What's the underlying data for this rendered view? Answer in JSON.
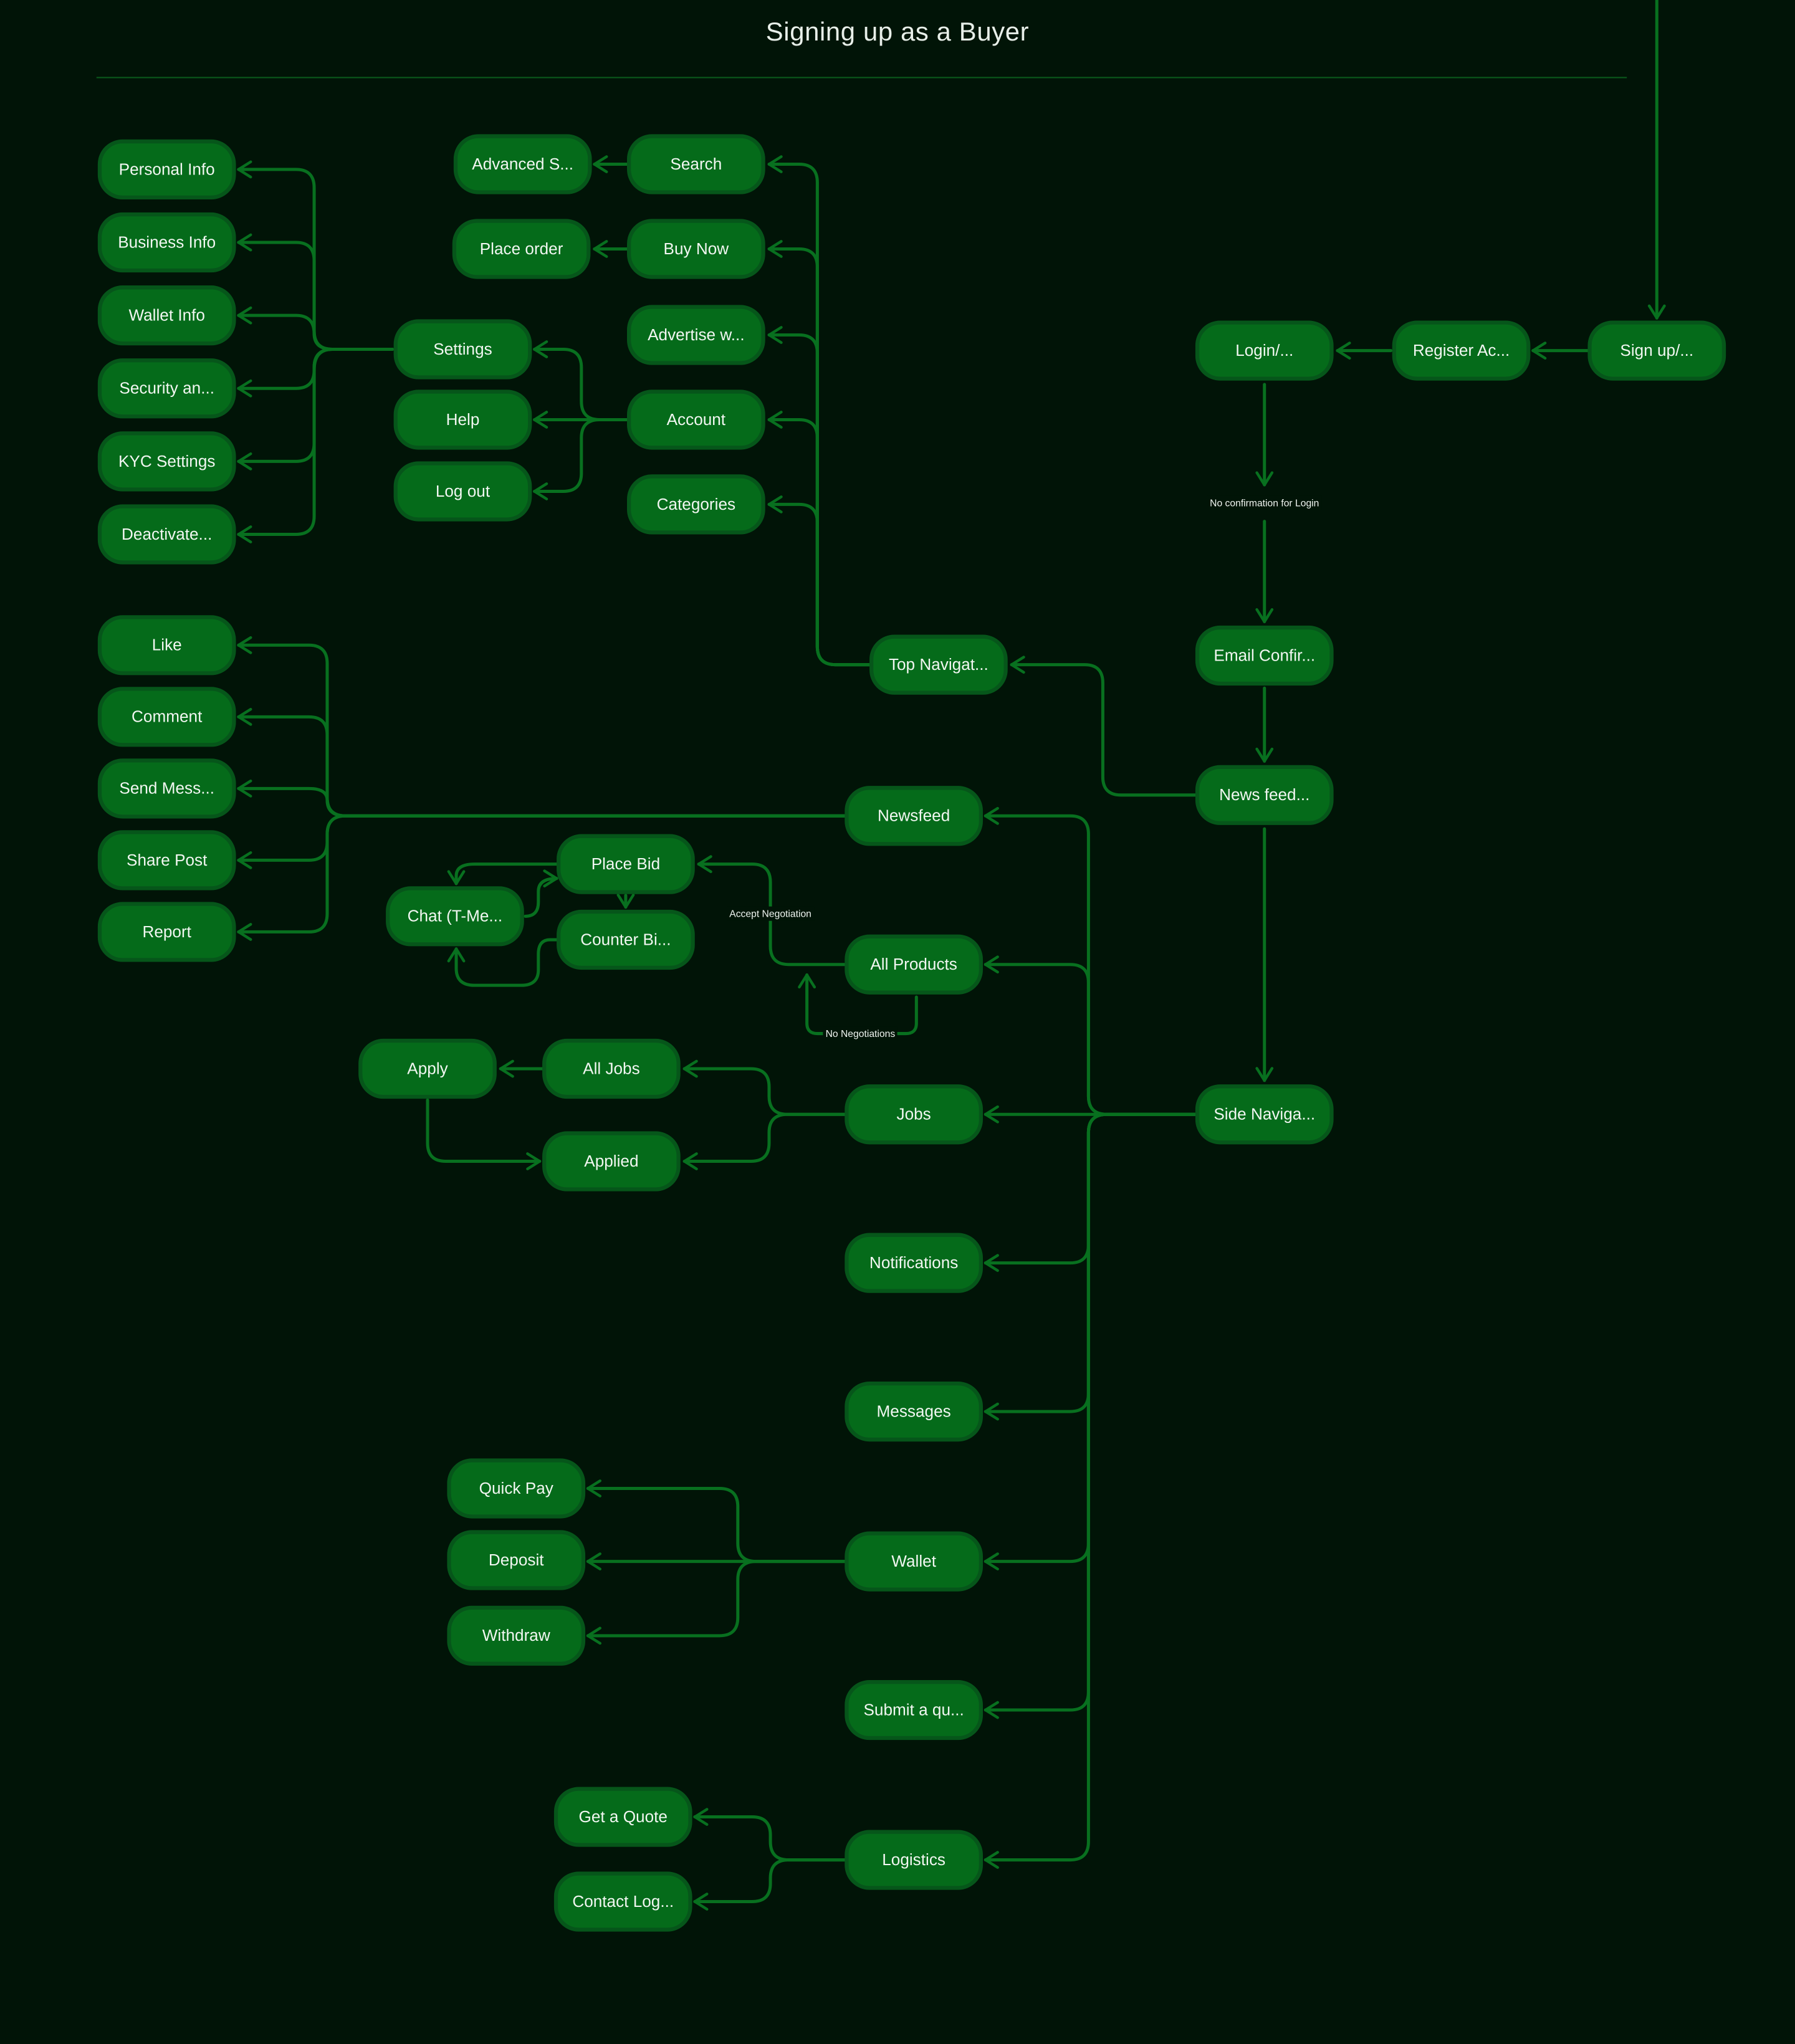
{
  "title": "Signing up as a Buyer",
  "colors": {
    "background": "#011407",
    "node_fill": "#056b1a",
    "node_border": "#06561a",
    "edge": "#08701f",
    "text": "#f2f7f2"
  },
  "nodes": {
    "personal_info": "Personal Info",
    "business_info": "Business Info",
    "wallet_info": "Wallet Info",
    "security": "Security an...",
    "kyc_settings": "KYC Settings",
    "deactivate": "Deactivate...",
    "advanced_search": "Advanced S...",
    "search": "Search",
    "place_order": "Place order",
    "buy_now": "Buy Now",
    "advertise": "Advertise w...",
    "settings": "Settings",
    "help": "Help",
    "account": "Account",
    "log_out": "Log out",
    "categories": "Categories",
    "login": "Login/...",
    "register": "Register Ac...",
    "sign_up": "Sign up/...",
    "email_confirm": "Email Confir...",
    "top_navigation": "Top Navigat...",
    "news_feed_page": "News feed...",
    "like": "Like",
    "comment": "Comment",
    "send_message": "Send Mess...",
    "share_post": "Share Post",
    "report": "Report",
    "newsfeed": "Newsfeed",
    "place_bid": "Place Bid",
    "chat": "Chat (T-Me...",
    "counter_bid": "Counter Bi...",
    "all_products": "All Products",
    "apply": "Apply",
    "all_jobs": "All Jobs",
    "applied": "Applied",
    "jobs": "Jobs",
    "side_navigation": "Side Naviga...",
    "notifications": "Notifications",
    "messages": "Messages",
    "quick_pay": "Quick Pay",
    "deposit": "Deposit",
    "withdraw": "Withdraw",
    "wallet": "Wallet",
    "submit_query": "Submit a qu...",
    "get_quote": "Get a Quote",
    "logistics": "Logistics",
    "contact_logistics": "Contact Log..."
  },
  "edge_labels": {
    "no_confirmation": "No confirmation for Login",
    "accept_negotiation": "Accept Negotiation",
    "no_negotiations": "No Negotiations"
  }
}
